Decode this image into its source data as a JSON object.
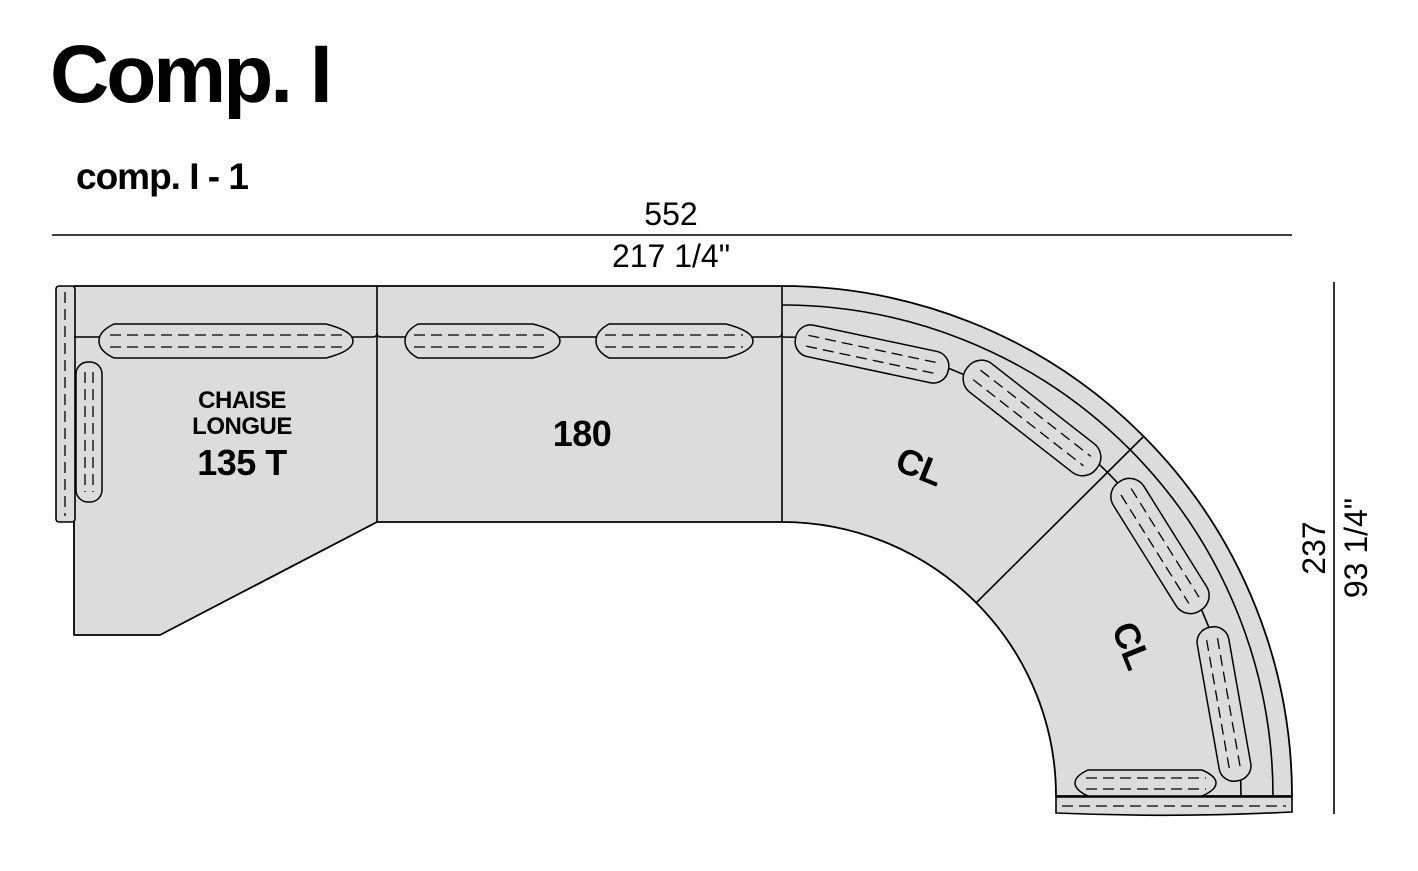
{
  "title": "Comp. I",
  "subtitle": "comp. I - 1",
  "dimensions": {
    "width_cm": "552",
    "width_in": "217 1/4\"",
    "depth_cm": "237",
    "depth_in": "93 1/4\""
  },
  "modules": {
    "chaise_line1": "CHAISE",
    "chaise_line2": "LONGUE",
    "chaise_size": "135 T",
    "center": "180",
    "corner1": "CL",
    "corner2": "CL"
  }
}
